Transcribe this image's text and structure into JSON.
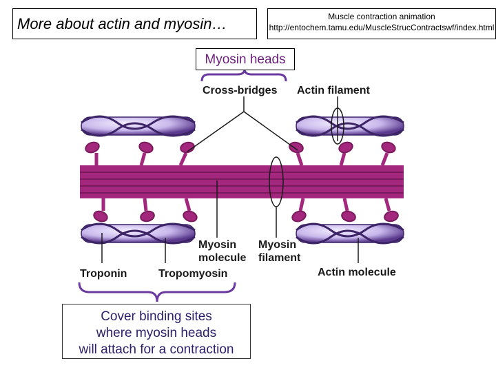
{
  "header": {
    "title": "More about actin and myosin…",
    "link_title": "Muscle contraction animation",
    "link_url_text": "http://entochem.tamu.edu/MuscleStrucContractswf/index.html"
  },
  "callouts": {
    "myosin_heads": "Myosin heads",
    "cover_lines": [
      "Cover binding sites",
      "where myosin heads",
      "will attach for a contraction"
    ]
  },
  "labels": {
    "cross_bridges": "Cross-bridges",
    "actin_filament": "Actin filament",
    "myosin_molecule_1": "Myosin",
    "myosin_molecule_2": "molecule",
    "myosin_filament_1": "Myosin",
    "myosin_filament_2": "filament",
    "troponin": "Troponin",
    "tropomyosin": "Tropomyosin",
    "actin_molecule": "Actin molecule"
  },
  "colors": {
    "myosin": "#a3287d",
    "myosin_dark": "#7a1a5c",
    "actin": "#b9a6e0",
    "actin_dark": "#4a2d7a",
    "brace": "#6b3aa0"
  }
}
